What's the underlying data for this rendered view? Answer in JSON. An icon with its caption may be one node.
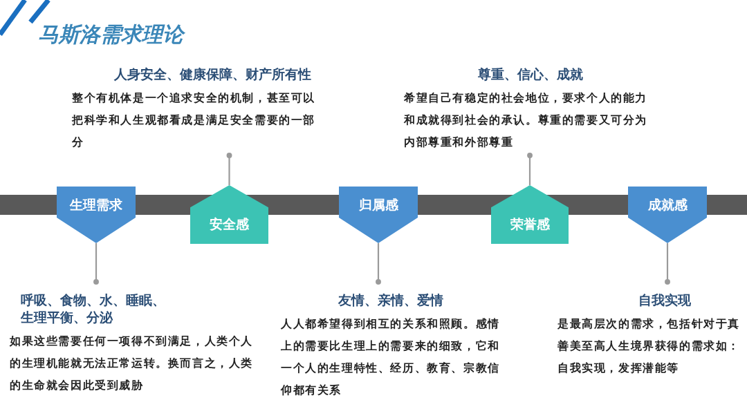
{
  "diagram": {
    "title": "马斯洛需求理论",
    "nodes": [
      {
        "text": [
          "生理需求"
        ]
      },
      {
        "text": [
          "呼吸、食物、水、睡眠、生理平衡、分泌",
          "如果这些需要任何一项得不到满足，人类个人的生理机能就无法正常运转。换而言之，人类的生命就会因此受到威胁"
        ]
      },
      {
        "text": [
          "安全感"
        ]
      },
      {
        "text": [
          "人身安全、健康保障、财产所有性",
          "整个有机体是一个追求安全的机制，甚至可以把科学和人生观都看成是满足安全需要的一部分"
        ]
      },
      {
        "text": [
          "归属感"
        ]
      },
      {
        "text": [
          "友情、亲情、爱情",
          "人人都希望得到相互的关系和照顾。感情上的需要比生理上的需要来的细致，它和一个人的生理特性、经历、教育、宗教信仰都有关系"
        ]
      },
      {
        "text": [
          "荣誉感"
        ]
      },
      {
        "text": [
          "尊重、信心、成就",
          "希望自己有稳定的社会地位，要求个人的能力和成就得到社会的承认。尊重的需要又可分为内部尊重和外部尊重"
        ]
      },
      {
        "text": [
          "成就感"
        ]
      },
      {
        "text": [
          "自我实现",
          "是最高层次的需求，包括针对于真善美至高人生境界获得的需求如：自我实现，发挥潜能等"
        ]
      }
    ],
    "edges": [
      {
        "from": 0,
        "to": 1,
        "arrow": "other"
      },
      {
        "from": 2,
        "to": 3,
        "arrow": "other"
      },
      {
        "from": 4,
        "to": 5,
        "arrow": "other"
      },
      {
        "from": 6,
        "to": 7,
        "arrow": "other"
      },
      {
        "from": 8,
        "to": 9,
        "arrow": "other"
      }
    ]
  }
}
